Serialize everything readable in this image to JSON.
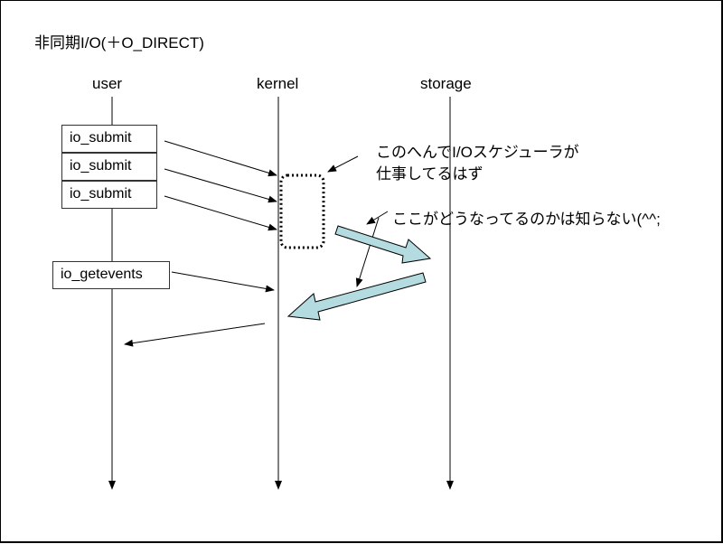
{
  "title": "非同期I/O(＋O_DIRECT)",
  "lanes": {
    "user": "user",
    "kernel": "kernel",
    "storage": "storage"
  },
  "calls": [
    "io_submit",
    "io_submit",
    "io_submit",
    "io_getevents"
  ],
  "notes": {
    "scheduler_line1": "このへんでI/Oスケジューラが",
    "scheduler_line2": "仕事してるはず",
    "unknown": "ここがどうなってるのかは知らない(^^;"
  },
  "colors": {
    "arrow_fill": "#b3dbe0",
    "line": "#000000"
  }
}
